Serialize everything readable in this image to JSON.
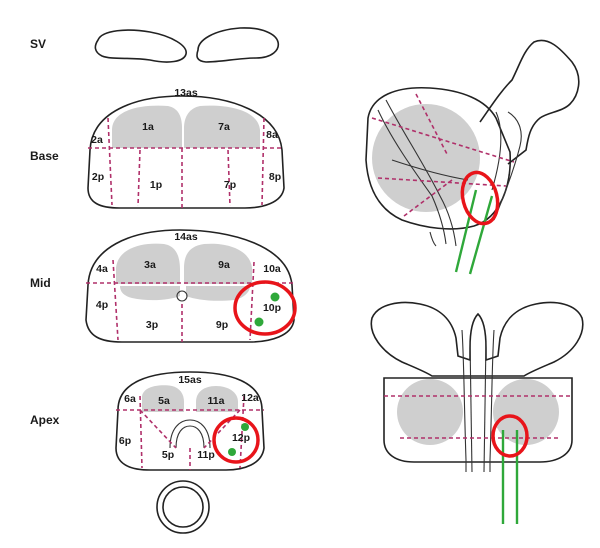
{
  "levels": {
    "sv": "SV",
    "base": "Base",
    "mid": "Mid",
    "apex": "Apex"
  },
  "zones": {
    "base": [
      "13as",
      "1a",
      "7a",
      "2a",
      "8a",
      "2p",
      "1p",
      "7p",
      "8p"
    ],
    "mid": [
      "14as",
      "3a",
      "9a",
      "4a",
      "10a",
      "4p",
      "3p",
      "9p",
      "10p"
    ],
    "apex": [
      "15as",
      "5a",
      "11a",
      "6a",
      "12a",
      "6p",
      "5p",
      "11p",
      "12p"
    ]
  },
  "colors": {
    "target_ring": "#e8141a",
    "needle": "#2fa83a",
    "zone_line": "#b0306a",
    "gland_fill": "#cfcfcf"
  }
}
